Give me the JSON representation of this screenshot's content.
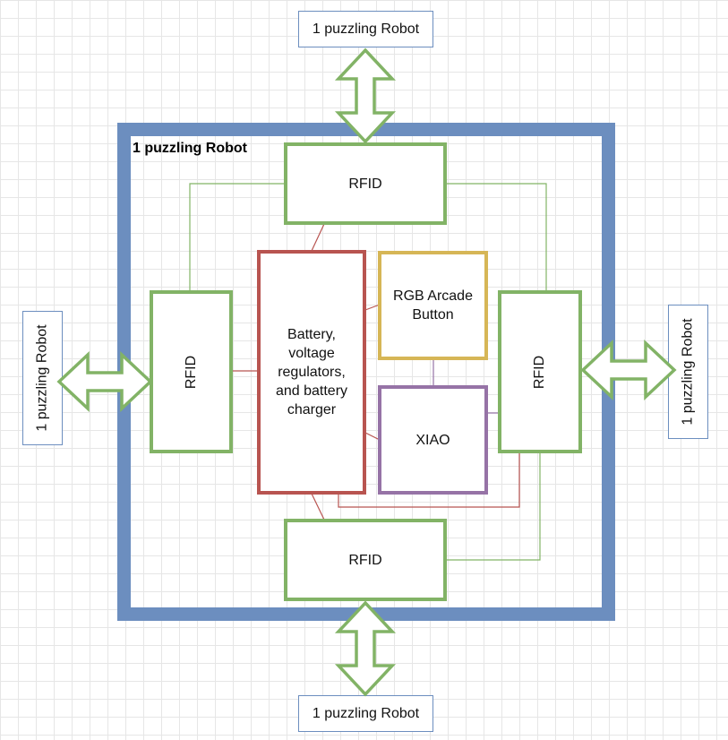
{
  "diagram": {
    "outer": {
      "title": "1 puzzling Robot"
    },
    "external": {
      "top": "1 puzzling Robot",
      "bottom": "1 puzzling Robot",
      "left": "1 puzzling Robot",
      "right": "1 puzzling Robot"
    },
    "modules": {
      "rfid_top": "RFID",
      "rfid_bottom": "RFID",
      "rfid_left": "RFID",
      "rfid_right": "RFID",
      "battery": "Battery, voltage regulators, and battery charger",
      "rgb_button": "RGB Arcade Button",
      "xiao": "XIAO"
    },
    "colors": {
      "outer_border": "#6c8ebf",
      "rfid": "#82b366",
      "battery": "#b85450",
      "rgb_button": "#d6b656",
      "xiao": "#9673a6",
      "connector_green": "#82b366",
      "connector_red": "#b85450",
      "connector_purple": "#9673a6"
    }
  }
}
